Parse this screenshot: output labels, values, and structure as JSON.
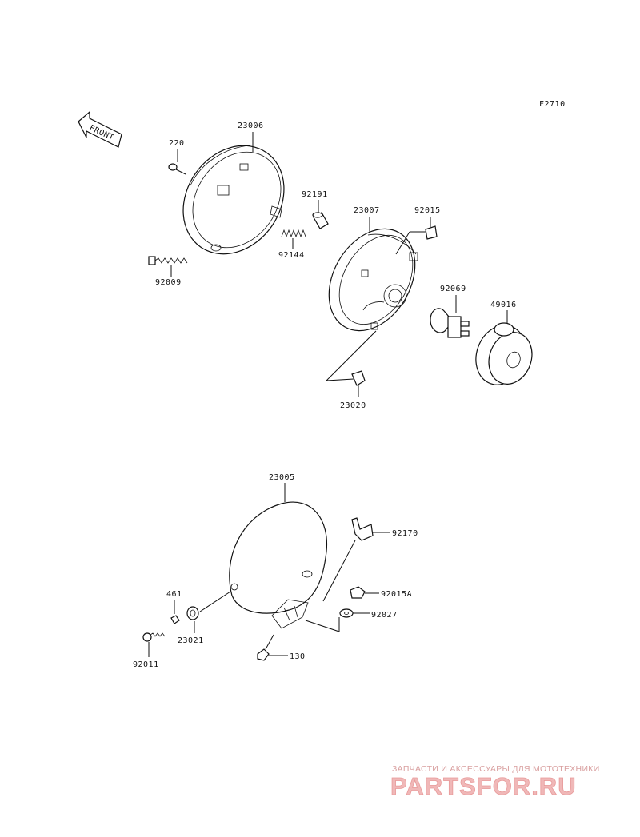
{
  "figure_code": "F2710",
  "front_label": "FRONT",
  "labels": {
    "p23006": "23006",
    "p220": "220",
    "p92191": "92191",
    "p92144": "92144",
    "p92009": "92009",
    "p23007": "23007",
    "p92015": "92015",
    "p92069": "92069",
    "p49016": "49016",
    "p23020": "23020",
    "p23005": "23005",
    "p92170": "92170",
    "p461": "461",
    "p92015A": "92015A",
    "p92027": "92027",
    "p23021": "23021",
    "p130": "130",
    "p92011": "92011"
  },
  "watermark": {
    "top_text": "ЗАПЧАСТИ И АКСЕССУАРЫ ДЛЯ МОТОТЕХНИКИ",
    "logo_text": "PARTSFOR.RU"
  }
}
